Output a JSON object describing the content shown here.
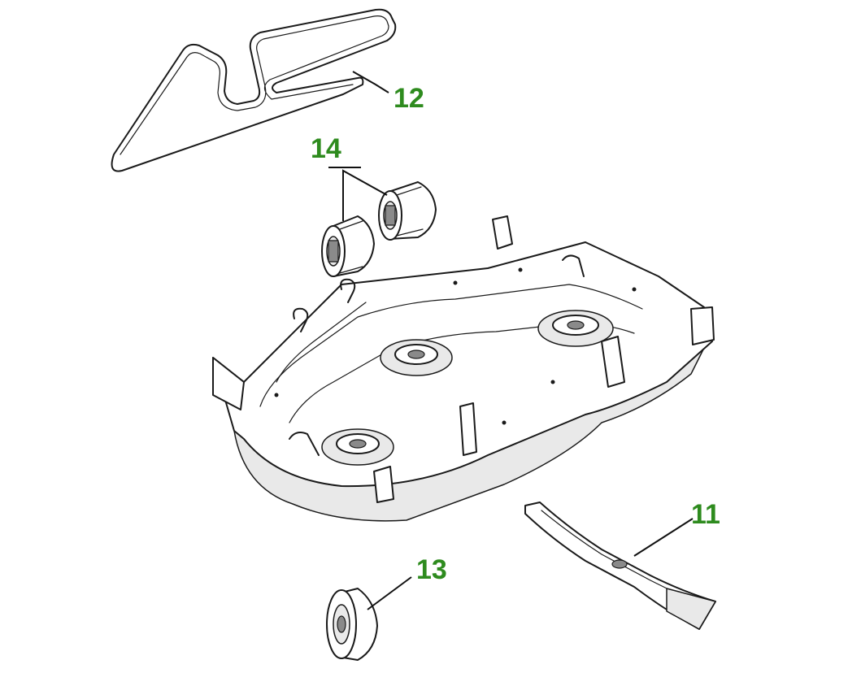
{
  "diagram": {
    "label_color": "#2e8b1e",
    "callouts": [
      {
        "number": "12",
        "part": "drive-belt"
      },
      {
        "number": "14",
        "part": "deck-wheels"
      },
      {
        "number": "11",
        "part": "mower-blade"
      },
      {
        "number": "13",
        "part": "gauge-wheel"
      }
    ]
  }
}
